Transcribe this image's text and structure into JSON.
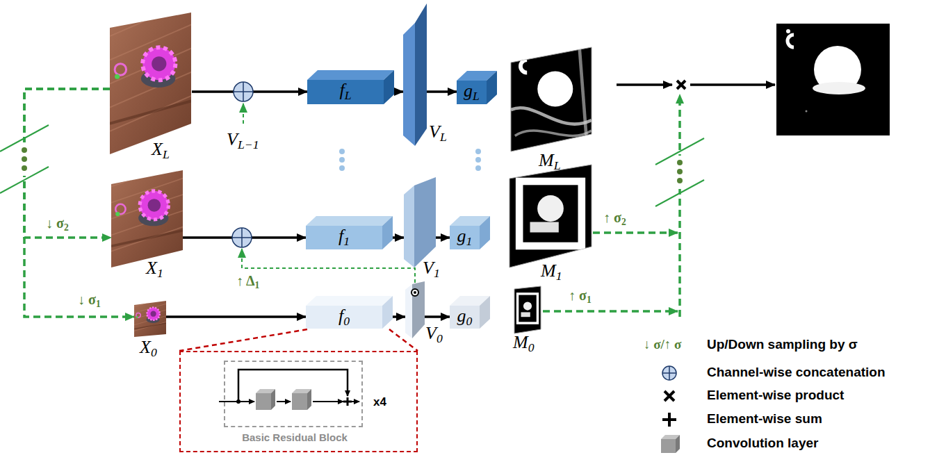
{
  "diagram": {
    "nodes": [
      {
        "text": [
          "XL"
        ]
      },
      {
        "text": [
          "fL"
        ]
      },
      {
        "text": [
          "VL"
        ]
      },
      {
        "text": [
          "gL"
        ]
      },
      {
        "text": [
          "ML"
        ]
      },
      {
        "text": [
          "X1"
        ]
      },
      {
        "text": [
          "f1"
        ]
      },
      {
        "text": [
          "V1"
        ]
      },
      {
        "text": [
          "g1"
        ]
      },
      {
        "text": [
          "M1"
        ]
      },
      {
        "text": [
          "X0"
        ]
      },
      {
        "text": [
          "f0"
        ]
      },
      {
        "text": [
          "V0"
        ]
      },
      {
        "text": [
          "g0"
        ]
      },
      {
        "text": [
          "M0"
        ]
      },
      {
        "text": [
          "x4"
        ]
      },
      {
        "text": [
          "Basic Residual Block"
        ],
        "in": 15
      }
    ],
    "edges": [
      {
        "from": 0,
        "to": 1,
        "arrow": "to"
      },
      {
        "from": 1,
        "to": 2,
        "arrow": "to"
      },
      {
        "from": 2,
        "to": 3,
        "arrow": "to"
      },
      {
        "from": 5,
        "to": 6,
        "arrow": "to"
      },
      {
        "from": 6,
        "to": 7,
        "arrow": "to"
      },
      {
        "from": 7,
        "to": 8,
        "arrow": "to"
      },
      {
        "from": 10,
        "to": 11,
        "arrow": "to"
      },
      {
        "from": 11,
        "to": 12,
        "arrow": "to"
      },
      {
        "from": 12,
        "to": 13,
        "arrow": "to"
      },
      {
        "from": 0,
        "to": 5,
        "label": "↓ σ2",
        "arrow": "to"
      },
      {
        "from": 0,
        "to": 10,
        "label": "↓ σ1",
        "arrow": "to"
      }
    ],
    "labels": [
      "VL−1",
      "↑ Δ1",
      "↑ σ2",
      "↑ σ1",
      "↓ σ/↑ σ"
    ],
    "legend": [
      {
        "text": "Up/Down sampling by σ"
      },
      {
        "text": "Channel-wise concatenation"
      },
      {
        "text": "Element-wise product"
      },
      {
        "text": "Element-wise sum"
      },
      {
        "text": "Convolution layer"
      }
    ]
  }
}
